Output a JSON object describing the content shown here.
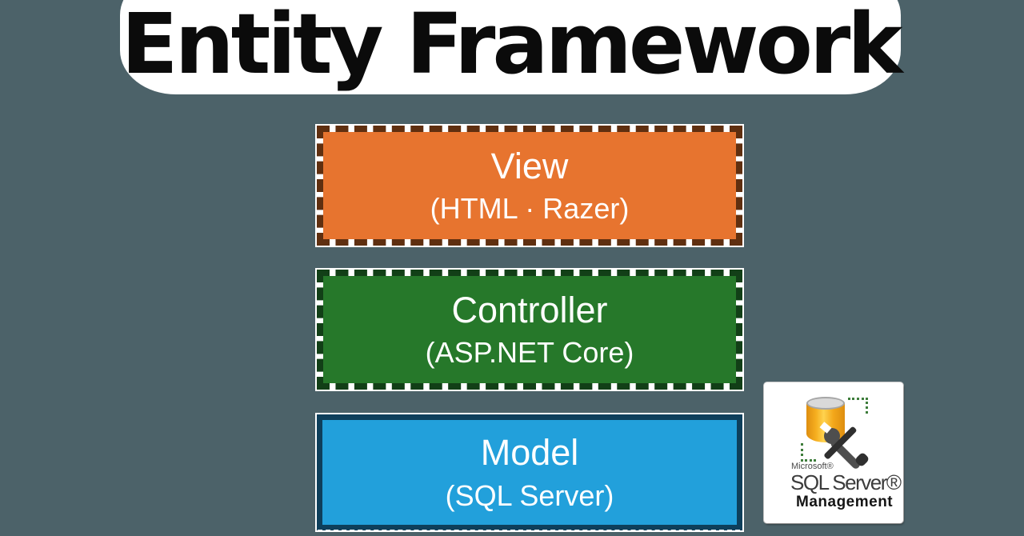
{
  "background_color": "#4C6269",
  "title": {
    "text": "Entity Framework",
    "color": "#0B0B0B",
    "band_color": "#FFFFFF"
  },
  "stack": [
    {
      "label": "View",
      "sublabel": "(HTML · Razer)",
      "fill": "#E7742F",
      "edge": "#5F2F10",
      "edge_style": "dashed",
      "text_color": "#FFFFFF"
    },
    {
      "label": "Controller",
      "sublabel": "(ASP.NET Core)",
      "fill": "#26782A",
      "edge": "#123F17",
      "edge_style": "dashed",
      "text_color": "#FFFFFF"
    },
    {
      "label": "Model",
      "sublabel": "(SQL Server)",
      "fill": "#22A0DB",
      "edge": "#0E3F5B",
      "edge_style": "solid",
      "text_color": "#FFFFFF"
    }
  ],
  "logo_card": {
    "brand_prefix": "Microsoft®",
    "brand_name": "SQL Server®",
    "product_name": "Management",
    "card_color": "#FFFFFF",
    "brand_text_color": "#3C3C3C",
    "product_text_color": "#151515",
    "cylinder_color": "#F5A81C",
    "cylinder_top_color": "#D9D9D9",
    "dots_color": "#3E7D3B",
    "wrench_color": "#4E4E4E",
    "screwdriver_color": "#2F2F2F",
    "icon": "sql-server-management-logo"
  }
}
